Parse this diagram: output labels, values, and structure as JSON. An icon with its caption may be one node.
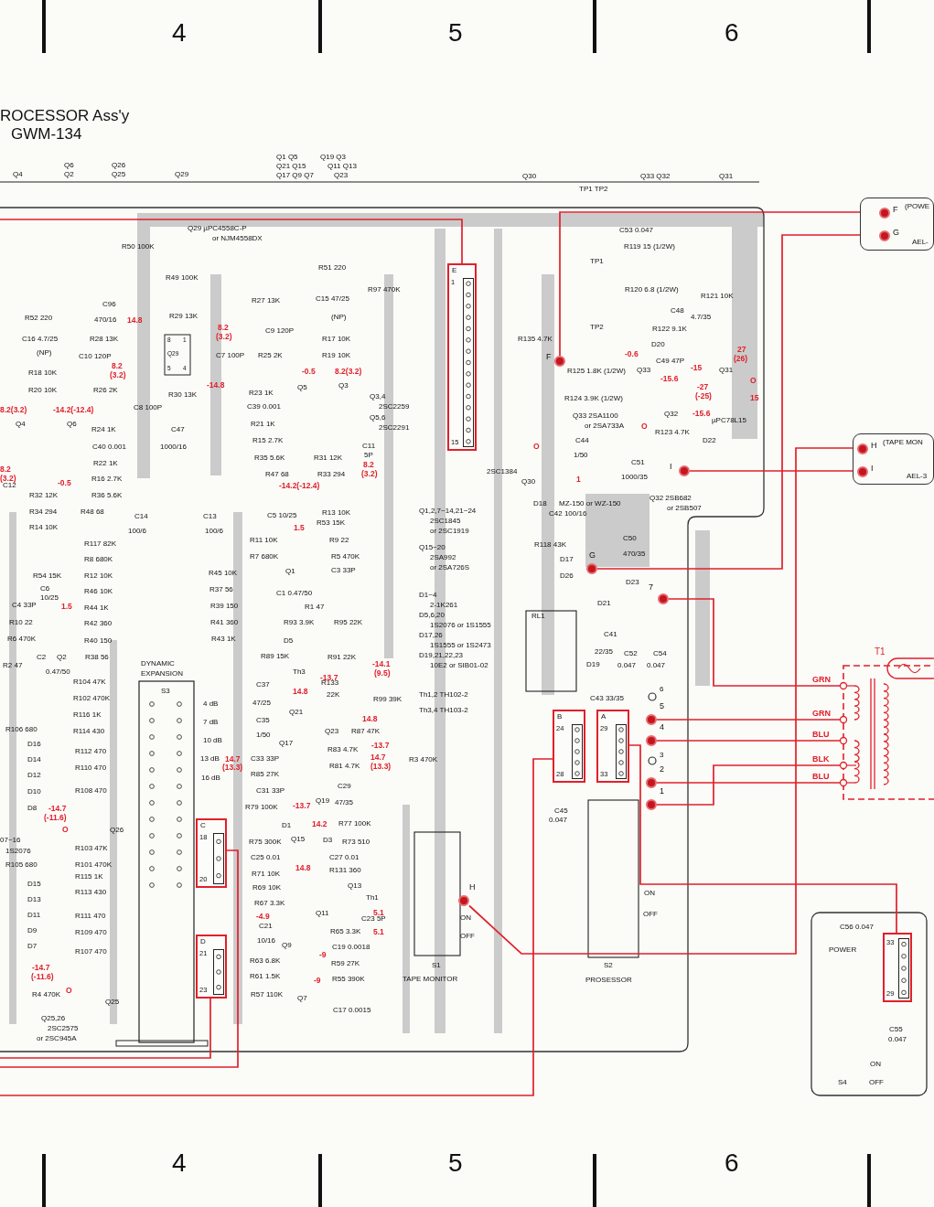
{
  "diagram": {
    "title": "ROCESSOR Ass'y",
    "nodes": [
      {
        "text": [
          "E",
          "1",
          "15"
        ]
      },
      {
        "text": [
          "B",
          "24",
          "28"
        ]
      },
      {
        "text": [
          "A",
          "29",
          "33"
        ]
      },
      {
        "text": [
          "C",
          "18",
          "20"
        ]
      },
      {
        "text": [
          "D",
          "21",
          "23"
        ]
      },
      {
        "text": [],
        "shape": "circle",
        "beside": [
          "F"
        ]
      },
      {
        "text": [],
        "shape": "circle",
        "beside": [
          "G"
        ]
      },
      {
        "text": [],
        "shape": "circle",
        "beside": [
          "I"
        ]
      },
      {
        "text": [],
        "shape": "circle",
        "beside": [
          "H"
        ]
      },
      {
        "text": [],
        "shape": "circle",
        "beside": [
          "7"
        ]
      },
      {
        "text": [],
        "shape": "circle",
        "beside": [
          "5"
        ]
      },
      {
        "text": [],
        "shape": "circle",
        "beside": [
          "4"
        ]
      },
      {
        "text": [],
        "shape": "circle",
        "beside": [
          "2"
        ]
      },
      {
        "text": [],
        "shape": "circle",
        "beside": [
          "1"
        ]
      },
      {
        "text": [
          "T1",
          "GRN",
          "GRN",
          "BLU",
          "BLK",
          "BLU"
        ]
      },
      {
        "text": [
          "(POWE",
          "AEL-"
        ]
      },
      {
        "text": [],
        "shape": "circle",
        "beside": [
          "F"
        ],
        "in": 15
      },
      {
        "text": [],
        "shape": "circle",
        "beside": [
          "G"
        ],
        "in": 15
      },
      {
        "text": [
          "(TAPE MON",
          "AEL-3"
        ]
      },
      {
        "text": [],
        "shape": "circle",
        "beside": [
          "H"
        ],
        "in": 18
      },
      {
        "text": [],
        "shape": "circle",
        "beside": [
          "I"
        ],
        "in": 18
      },
      {
        "text": [
          "33",
          "29"
        ]
      }
    ],
    "edges": [
      {
        "from": null,
        "to": 0,
        "arrow": "none"
      },
      {
        "from": 5,
        "to": 16,
        "arrow": "none"
      },
      {
        "from": 6,
        "to": 17,
        "arrow": "none"
      },
      {
        "from": 7,
        "to": 20,
        "arrow": "none"
      },
      {
        "from": 8,
        "to": 19,
        "arrow": "none"
      },
      {
        "from": 9,
        "to": 14,
        "arrow": "none"
      },
      {
        "from": 10,
        "to": 14,
        "arrow": "none"
      },
      {
        "from": 11,
        "to": 14,
        "arrow": "none"
      },
      {
        "from": 12,
        "to": 14,
        "arrow": "none"
      },
      {
        "from": 13,
        "to": 14,
        "arrow": "none"
      },
      {
        "from": 2,
        "to": 21,
        "arrow": "none"
      },
      {
        "from": 1,
        "to": null,
        "arrow": "none"
      },
      {
        "from": 3,
        "to": null,
        "arrow": "none"
      },
      {
        "from": 4,
        "to": null,
        "arrow": "none"
      }
    ],
    "labels": [
      "4",
      "5",
      "6",
      "GWM-134",
      "Q4",
      "Q6",
      "Q2",
      "Q26",
      "Q25",
      "Q29",
      "Q1 Q5",
      "Q19 Q3",
      "Q21 Q15",
      "Q11 Q13",
      "Q17 Q9 Q7",
      "Q23",
      "Q30",
      "Q33 Q32",
      "Q31",
      "TP1 TP2",
      "Q29 µPC4558C-P",
      "or NJM4558DX",
      "R50 100K",
      "R49 100K",
      "R51 220",
      "R97 470K",
      "C96",
      "R27 13K",
      "C15 47/25",
      "R52 220",
      "470/16",
      "R29 13K",
      "(NP)",
      "C9 120P",
      "C16 4.7/25",
      "(NP)",
      "R28 13K",
      "8",
      "1",
      "R17 10K",
      "C10 120P",
      "Q29",
      "C7 100P",
      "R25 2K",
      "R19 10K",
      "R18 10K",
      "5",
      "4",
      "R20 10K",
      "R26 2K",
      "R30 13K",
      "C8 100P",
      "R23 1K",
      "C39 0.001",
      "Q4",
      "Q6",
      "R21 1K",
      "R15 2.7K",
      "R35 5.6K",
      "R47 68",
      "R31 12K",
      "R33 294",
      "C11",
      "5P",
      "Q3,4",
      "2SC2259",
      "Q5,6",
      "2SC2291",
      "Q5",
      "Q3",
      "R24 1K",
      "C40 0.001",
      "C47",
      "1000/16",
      "R22 1K",
      "R16 2.7K",
      "R32 12K",
      "R36 5.6K",
      "C12",
      "14.8",
      "8.2",
      "(3.2)",
      "8.2",
      "(3.2)",
      "-14.8",
      "-0.5",
      "8.2(3.2)",
      "8.2(3.2)",
      "-14.2(-12.4)",
      "8.2",
      "(3.2)",
      "-0.5",
      "8.2",
      "(3.2)",
      "-14.2(-12.4)",
      "C53 0.047",
      "R119 15 (1/2W)",
      "TP1",
      "R120 6.8 (1/2W)",
      "R121 10K",
      "C48",
      "4.7/35",
      "TP2",
      "R122 9.1K",
      "R135 4.7K",
      "D20",
      "C49 47P",
      "R125 1.8K (1/2W)",
      "Q33",
      "Q31",
      "R124 3.9K (1/2W)",
      "Q33 2SA1100",
      "or 2SA733A",
      "Q32",
      "µPC78L15",
      "C44",
      "R123 4.7K",
      "D22",
      "1/50",
      "2SC1384",
      "Q30",
      "C51",
      "1000/35",
      "D18",
      "MZ-150 or WZ-150",
      "C42 100/16",
      "Q32 2SB682",
      "or 2SB507",
      "-0.6",
      "-15",
      "-15.6",
      "27",
      "(26)",
      "-27",
      "(-25)",
      "O",
      "15",
      "-15.6",
      "O",
      "O",
      "1",
      "Q1,2,7~14,21~24",
      "2SC1845",
      "or 2SC1919",
      "Q15~20",
      "2SA992",
      "or 2SA726S",
      "D1~4",
      "2-1K261",
      "D5,6,20",
      "1S2076 or 1S1555",
      "D17,26",
      "1S1555 or 1S2473",
      "D19,21,22,23",
      "10E2 or SIB01-02",
      "Th1,2 TH102-2",
      "Th3,4 TH103-2",
      "R34 294",
      "R48 68",
      "C14",
      "C13",
      "C5 10/25",
      "R13 10K",
      "R14 10K",
      "100/6",
      "100/6",
      "R53 15K",
      "R117 82K",
      "R11 10K",
      "R9 22",
      "R8 680K",
      "R7 680K",
      "R5 470K",
      "R54 15K",
      "R12 10K",
      "R45 10K",
      "Q1",
      "C3 33P",
      "C6",
      "10/25",
      "R46 10K",
      "R37 56",
      "C1 0.47/50",
      "C4 33P",
      "R44 1K",
      "R39 150",
      "R1 47",
      "R10 22",
      "R42 360",
      "R41 360",
      "R93 3.9K",
      "R95 22K",
      "R6 470K",
      "R40 150",
      "R43 1K",
      "D5",
      "C2",
      "Q2",
      "R38 56",
      "R89 15K",
      "R91 22K",
      "R2 47",
      "0.47/50",
      "DYNAMIC",
      "EXPANSION",
      "Th3",
      "R104 47K",
      "C37",
      "R133",
      "R102 470K",
      "S3",
      "4 dB",
      "47/25",
      "22K",
      "R99 39K",
      "R116 1K",
      "Q21",
      "7 dB",
      "C35",
      "R106 680",
      "R114 430",
      "1/50",
      "Q23",
      "R87 47K",
      "D16",
      "R112 470",
      "10 dB",
      "Q17",
      "R83 4.7K",
      "D14",
      "R110 470",
      "13 dB",
      "C33 33P",
      "R81 4.7K",
      "R3 470K",
      "D12",
      "16 dB",
      "R85 27K",
      "D10",
      "R108 470",
      "C31 33P",
      "C29",
      "Q19",
      "47/35",
      "D8",
      "R79 100K",
      "Q26",
      "D1",
      "R77 100K",
      "07~16",
      "1S2076",
      "R103 47K",
      "R75 300K",
      "Q15",
      "D3",
      "R73 510",
      "C25 0.01",
      "C27 0.01",
      "R105 680",
      "R101 470K",
      "1.5",
      "1.5",
      "-14.1",
      "-13.7",
      "(9.5)",
      "14.8",
      "14.8",
      "-13.7",
      "14.7",
      "(13.3)",
      "14.7",
      "(13.3)",
      "-13.7",
      "14.2",
      "-14.7",
      "(-11.6)",
      "O",
      "R118 43K",
      "C50",
      "D17",
      "470/35",
      "D26",
      "D23",
      "D21",
      "RL1",
      "C41",
      "22/35",
      "C52",
      "C54",
      "D19",
      "0.047",
      "0.047",
      "6",
      "C43 33/35",
      "3",
      "C45",
      "0.047",
      "D15",
      "R115 1K",
      "R71 10K",
      "R131 360",
      "D13",
      "R113 430",
      "R69 10K",
      "Q13",
      "Th1",
      "D11",
      "R111 470",
      "R67 3.3K",
      "Q11",
      "C23 5P",
      "D9",
      "R109 470",
      "C21",
      "10/16",
      "R65 3.3K",
      "D7",
      "R107 470",
      "Q9",
      "C19 0.0018",
      "R63 6.8K",
      "R59 27K",
      "R61 1.5K",
      "R55 390K",
      "R4 470K",
      "Q25",
      "R57 110K",
      "Q7",
      "C17 0.0015",
      "Q25,26",
      "2SC2575",
      "or 2SC945A",
      "S1",
      "TAPE MONITOR",
      "14.8",
      "-4.9",
      "5.1",
      "5.1",
      "-9",
      "-9",
      "-14.7",
      "(-11.6)",
      "O",
      "ON",
      "OFF",
      "ON",
      "OFF",
      "S2",
      "PROSESSOR",
      "C56 0.047",
      "POWER",
      "C55",
      "0.047",
      "ON",
      "S4",
      "OFF",
      "4",
      "5",
      "6"
    ]
  }
}
